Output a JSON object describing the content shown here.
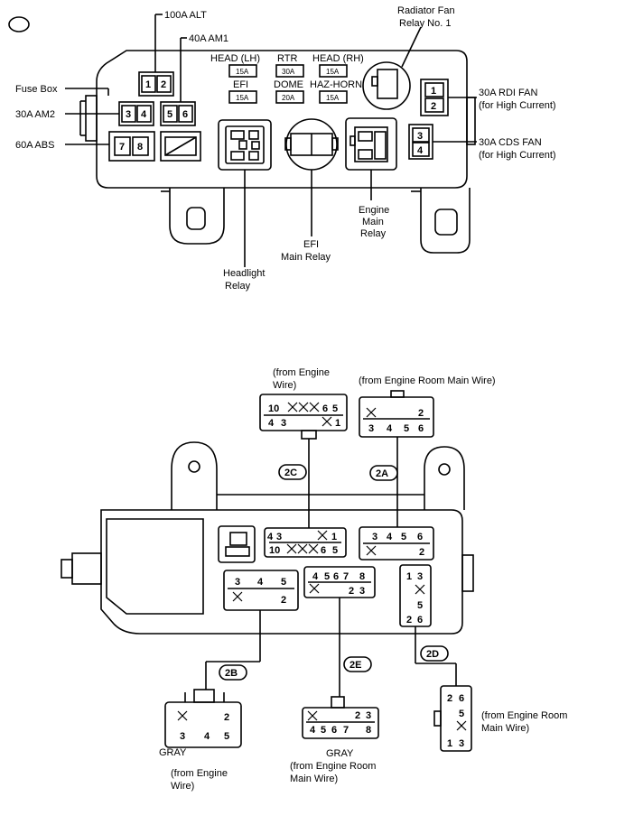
{
  "top_box": {
    "labels": {
      "alt100": "100A ALT",
      "am1": "40A AM1",
      "fuse_box": "Fuse Box",
      "am2": "30A AM2",
      "abs": "60A ABS",
      "rad_fan_1": "Radiator Fan",
      "rad_fan_2": "Relay No. 1",
      "rdi_fan_1": "30A RDI FAN",
      "rdi_fan_2": "(for High Current)",
      "cds_fan_1": "30A CDS FAN",
      "cds_fan_2": "(for High Current)",
      "head_lh": "HEAD (LH)",
      "rtr": "RTR",
      "head_rh": "HEAD (RH)",
      "efi": "EFI",
      "dome": "DOME",
      "haz_horn": "HAZ-HORN",
      "eng_main_1": "Engine",
      "eng_main_2": "Main",
      "eng_main_3": "Relay",
      "efi_main_1": "EFI",
      "efi_main_2": "Main Relay",
      "headlight_1": "Headlight",
      "headlight_2": "Relay"
    },
    "fuse_values": {
      "head_lh": "15A",
      "rtr": "30A",
      "head_rh": "15A",
      "efi": "15A",
      "dome": "20A",
      "haz_horn": "15A"
    }
  },
  "bottom_box": {
    "labels": {
      "from_engine_wire_1": "(from Engine",
      "from_engine_wire_2": "Wire)",
      "from_erm_top": "(from Engine Room Main Wire)",
      "conn_2c": "2C",
      "conn_2a": "2A",
      "conn_2b": "2B",
      "conn_2e": "2E",
      "conn_2d": "2D",
      "gray_2b": "GRAY",
      "gray_2b_from_1": "(from Engine",
      "gray_2b_from_2": "Wire)",
      "gray_2e": "GRAY",
      "gray_2e_from_1": "(from Engine Room",
      "gray_2e_from_2": "Main Wire)",
      "erm_2d_1": "(from Engine Room",
      "erm_2d_2": "Main Wire)"
    }
  }
}
